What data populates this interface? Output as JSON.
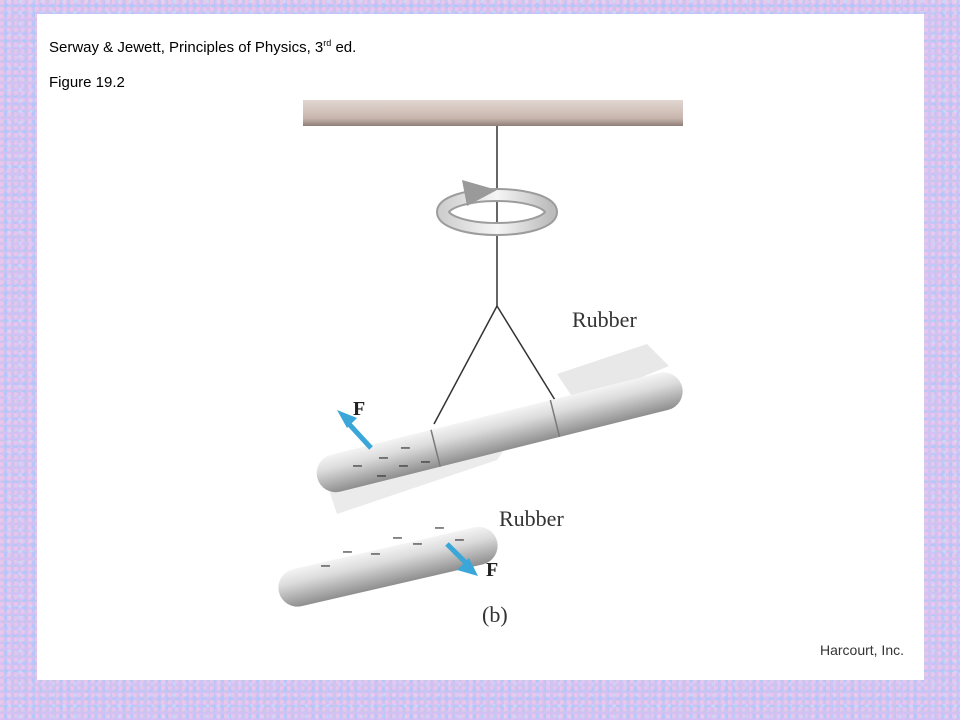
{
  "header": {
    "citation_main": "Serway & Jewett, Principles of Physics, 3",
    "citation_sup": "rd",
    "citation_tail": " ed.",
    "figure_label": "Figure 19.2"
  },
  "figure": {
    "label_rubber_top": "Rubber",
    "label_rubber_bottom": "Rubber",
    "label_force_top": "F",
    "label_force_bottom": "F",
    "sublabel": "(b)",
    "charge_symbol": "–"
  },
  "footer": {
    "credit": "Harcourt, Inc."
  },
  "colors": {
    "ceiling": "#c8b6ae",
    "rod_light": "#e9e9e9",
    "rod_dark": "#9a9a9a",
    "arrow": "#3ba7d9"
  }
}
